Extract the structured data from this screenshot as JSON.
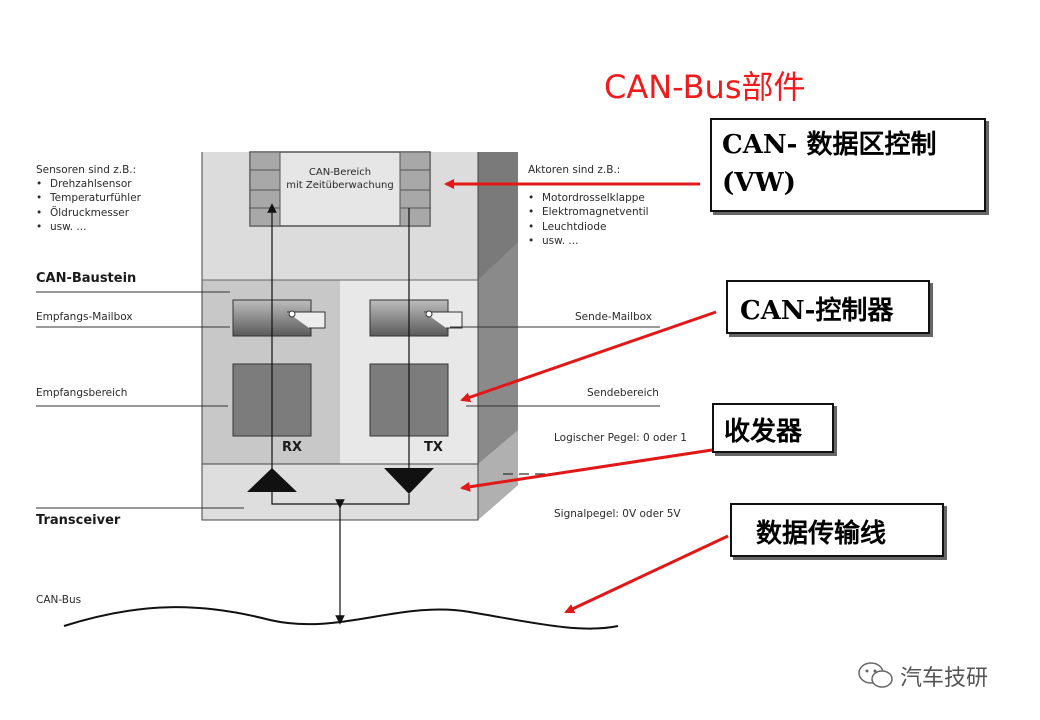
{
  "title": "CAN-Bus部件",
  "left_notes": {
    "heading": "Sensoren sind z.B.:",
    "items": [
      "Drehzahlsensor",
      "Temperaturfühler",
      "Öldruckmesser",
      "usw. ..."
    ]
  },
  "right_notes": {
    "heading": "Aktoren sind z.B.:",
    "items": [
      "Motordrosselklappe",
      "Elektromagnetventil",
      "Leuchtdiode",
      "usw. ..."
    ]
  },
  "labels": {
    "can_baustein": "CAN-Baustein",
    "empfangs_mailbox": "Empfangs-Mailbox",
    "sende_mailbox": "Sende-Mailbox",
    "empfangsbereich": "Empfangsbereich",
    "sendebereich": "Sendebereich",
    "logischer_pegel": "Logischer Pegel: 0 oder 1",
    "transceiver": "Transceiver",
    "signalpegel": "Signalpegel: 0V oder 5V",
    "can_bus": "CAN-Bus",
    "rx": "RX",
    "tx": "TX",
    "can_bereich_line1": "CAN-Bereich",
    "can_bereich_line2": "mit Zeitüberwachung"
  },
  "callouts": {
    "data_area_line1": "CAN- 数据区控制",
    "data_area_line2": "(VW)",
    "controller": "CAN-控制器",
    "transceiver": "收发器",
    "bus_line": "数据传输线"
  },
  "watermark": "汽车技研",
  "colors": {
    "title_red": "#ee1c1c",
    "arrow_red": "#e01818"
  }
}
